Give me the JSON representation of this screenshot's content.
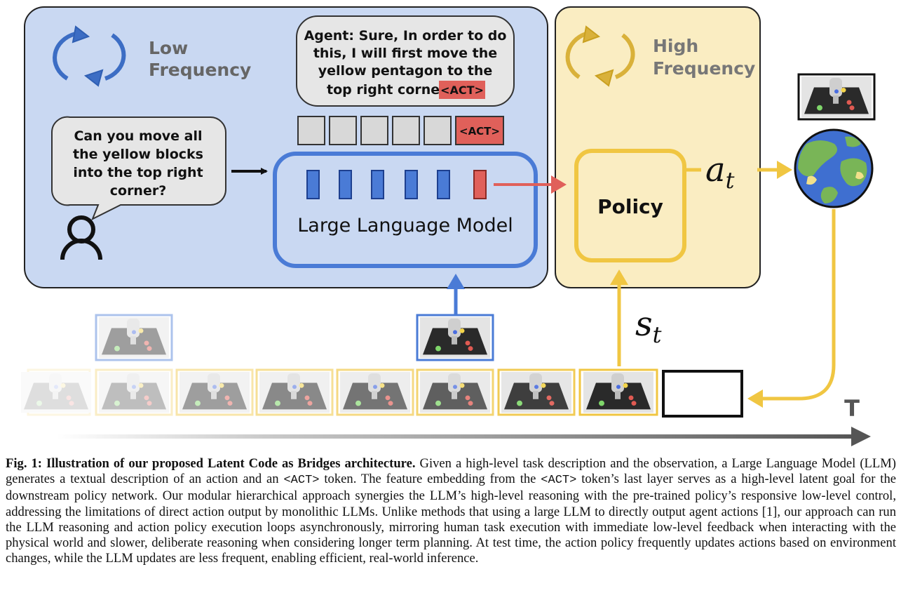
{
  "low_freq": {
    "line1": "Low",
    "line2": "Frequency"
  },
  "high_freq": {
    "line1": "High",
    "line2": "Frequency"
  },
  "agent_bubble": {
    "lines": [
      "Agent: Sure, In order to do",
      "this, I will first move the",
      "yellow pentagon to the",
      "top right corner"
    ],
    "act_token": "<ACT>"
  },
  "user_bubble": {
    "lines": [
      "Can you move all",
      "the yellow blocks",
      "into the top right",
      "corner?"
    ]
  },
  "token_row": {
    "act_token": "<ACT>"
  },
  "llm": {
    "label": "Large Language Model"
  },
  "policy": {
    "label": "Policy"
  },
  "action": {
    "symbol": "a",
    "subscript": "t"
  },
  "state": {
    "symbol": "s",
    "subscript": "t"
  },
  "time_axis": {
    "label": "T"
  },
  "colors": {
    "low_panel": "#c9d8f2",
    "high_panel": "#faedc2",
    "blue_accent": "#4a7bd6",
    "yellow_accent": "#f0c642",
    "act_red": "#e0605a"
  },
  "caption": {
    "lead": "Fig. 1: Illustration of our proposed Latent Code as Bridges architecture.",
    "p1": " Given a high-level task description and the observation, a Large Language Model (LLM) generates a textual description of an action and an ",
    "act1": "<ACT>",
    "p2": " token. The feature embedding from the ",
    "act2": "<ACT>",
    "p3": " token’s last layer serves as a high-level latent goal for the downstream policy network. Our modular hierarchical approach synergies the LLM’s high-level reasoning with the pre-trained policy’s responsive low-level control, addressing the limitations of direct action output by monolithic LLMs. Unlike methods that using a large LLM to directly output agent actions [1], our approach can run the LLM reasoning and action policy execution loops asynchronously, mirroring human task execution with immediate low-level feedback when interacting with the physical world and slower, deliberate reasoning when considering longer term planning. At test time, the action policy frequently updates actions based on environment changes, while the LLM updates are less frequent, enabling efficient, real-world inference."
  }
}
